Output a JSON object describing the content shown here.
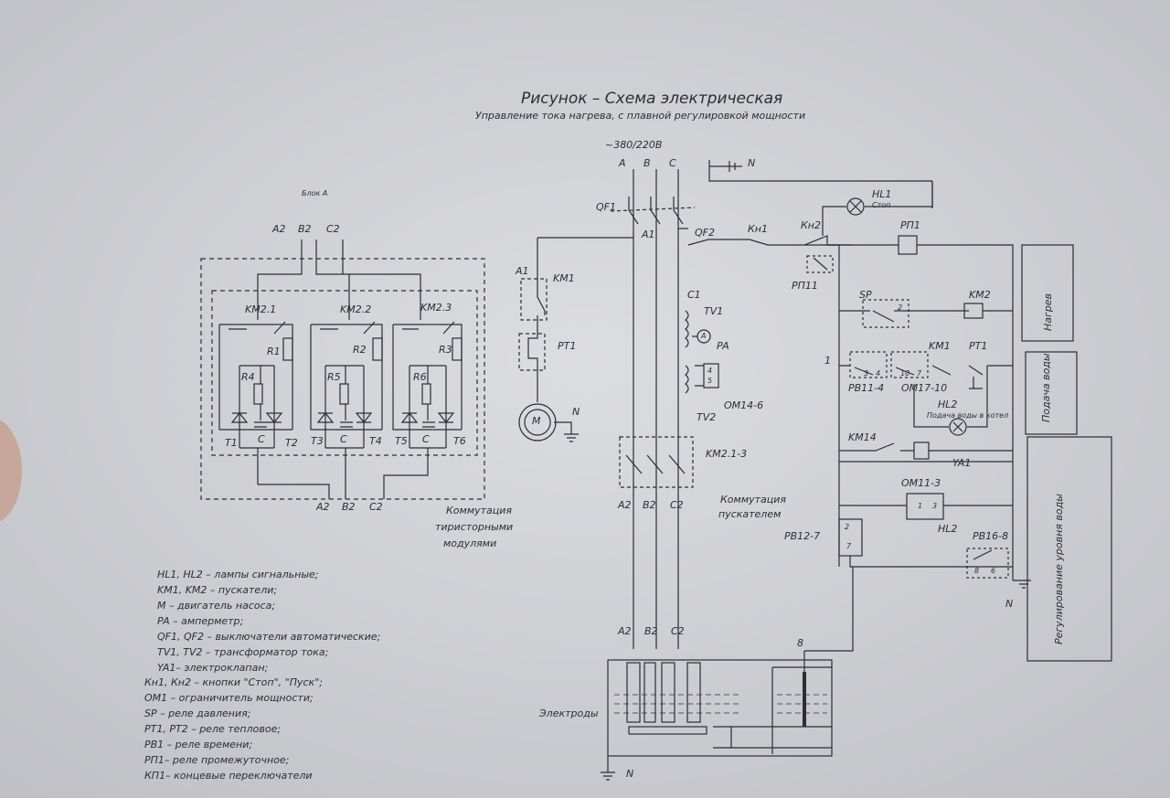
{
  "title": "Рисунок – Схема электрическая",
  "subtitle": "Управление тока нагрева, с плавной регулировкой мощности",
  "supply": "~380/220В",
  "phases": [
    "A",
    "B",
    "C"
  ],
  "neutral": "N",
  "block_label": "Блок А",
  "thyristor_block": {
    "top_terminals": [
      "A2",
      "B2",
      "C2"
    ],
    "bottom_terminals": [
      "A2",
      "B2",
      "C2"
    ],
    "contactors": [
      "KM2.1",
      "KM2.2",
      "KM2.3"
    ],
    "resistors": [
      "R1",
      "R2",
      "R3",
      "R4",
      "R5",
      "R6"
    ],
    "capacitors": [
      "C",
      "C",
      "C"
    ],
    "thyristors": [
      "T1",
      "T2",
      "T3",
      "T4",
      "T5",
      "T6"
    ],
    "caption": [
      "Коммутация",
      "тиристорными",
      "модулями"
    ]
  },
  "power": {
    "breaker": "QF1",
    "node": "A1",
    "motor_node": "A1",
    "km1": "KM1",
    "thermal": "PT1",
    "motor": "M",
    "motor_n": "N",
    "c1": "C1",
    "tv1": "TV1",
    "ammeter": "A",
    "pa": "PA",
    "om": "ОМ14-6",
    "om_pins": [
      "4",
      "5"
    ],
    "tv2": "TV2",
    "km2": "KM2.1-3",
    "caption": [
      "Коммутация",
      "пускателем"
    ],
    "out_terminals": [
      "A2",
      "B2",
      "C2"
    ],
    "electrode_terminals": [
      "A2",
      "B2",
      "C2"
    ],
    "electrodes": "Электроды",
    "level_node": "8",
    "ground": "N"
  },
  "control": {
    "qf2": "QF2",
    "kn1": "Кн1",
    "kn2": "Кн2",
    "hl1": "HL1",
    "hl1_note": "Стоп",
    "rp1": "РП1",
    "rp11": "РП11",
    "sp": "SP",
    "sp_pin": "2",
    "km2": "KM2",
    "node1": "1",
    "rv11": "РВ11-4",
    "rv11_pins": [
      "3",
      "4"
    ],
    "om17": "ОМ17-10",
    "om17_pins": [
      "10",
      "7"
    ],
    "km1": "KM1",
    "pt1": "PT1",
    "hl2": "HL2",
    "hl2_note": "Подача воды в котел",
    "km14": "KM14",
    "ya1": "YA1",
    "om11": "ОМ11-3",
    "om11_pins": [
      "1",
      "3"
    ],
    "hl2_b": "HL2",
    "rv12": "РВ12-7",
    "rv12_pins": [
      "2",
      "7"
    ],
    "rv16": "РВ16-8",
    "rv16_pins": [
      "8",
      "6"
    ],
    "n": "N"
  },
  "side_boxes": [
    "Нагрев",
    "Подача воды",
    "Регулирование уровня воды"
  ],
  "legend": [
    "HL1, HL2 – лампы сигнальные;",
    "KM1, KM2 – пускатели;",
    "M – двигатель насоса;",
    "PA – амперметр;",
    "QF1, QF2 – выключатели автоматические;",
    "TV1, TV2 – трансформатор тока;",
    "YA1– электроклапан;",
    "Кн1, Кн2 – кнопки \"Стоп\", \"Пуск\";",
    "ОМ1 – ограничитель мощности;",
    "SP – реле давления;",
    "PT1, PT2 – реле тепловое;",
    "РВ1 – реле времени;",
    "РП1– реле промежуточное;",
    "КП1– концевые переключатели"
  ],
  "colors": {
    "paper": "#cfd0d4",
    "ink": "#2c2d35"
  }
}
